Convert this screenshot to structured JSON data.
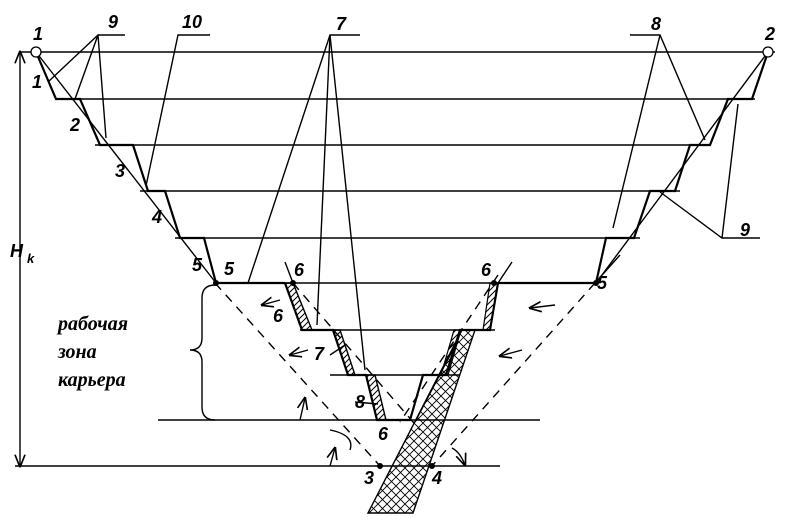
{
  "labels": {
    "corner_left": "1",
    "corner_right": "2",
    "bench_1": "1",
    "bench_2": "2",
    "bench_3": "3",
    "bench_4": "4",
    "bench_5": "5",
    "point_5_left": "5",
    "point_5_right": "5",
    "point_6_left": "6",
    "point_6_right": "6",
    "point_6_mid": "6",
    "point_6_bottom": "6",
    "point_3": "3",
    "point_4": "4",
    "callout_7_top": "7",
    "callout_7_mid": "7",
    "callout_8_top": "8",
    "callout_8_bottom": "8",
    "callout_9_top": "9",
    "callout_9_right": "9",
    "callout_10": "10",
    "depth_main": "H",
    "depth_sub": "k"
  },
  "caption": {
    "line1": "рабочая",
    "line2": "зона",
    "line3": "карьера"
  },
  "colors": {
    "ink": "#000000",
    "background": "#ffffff",
    "hatch": "#000000"
  }
}
